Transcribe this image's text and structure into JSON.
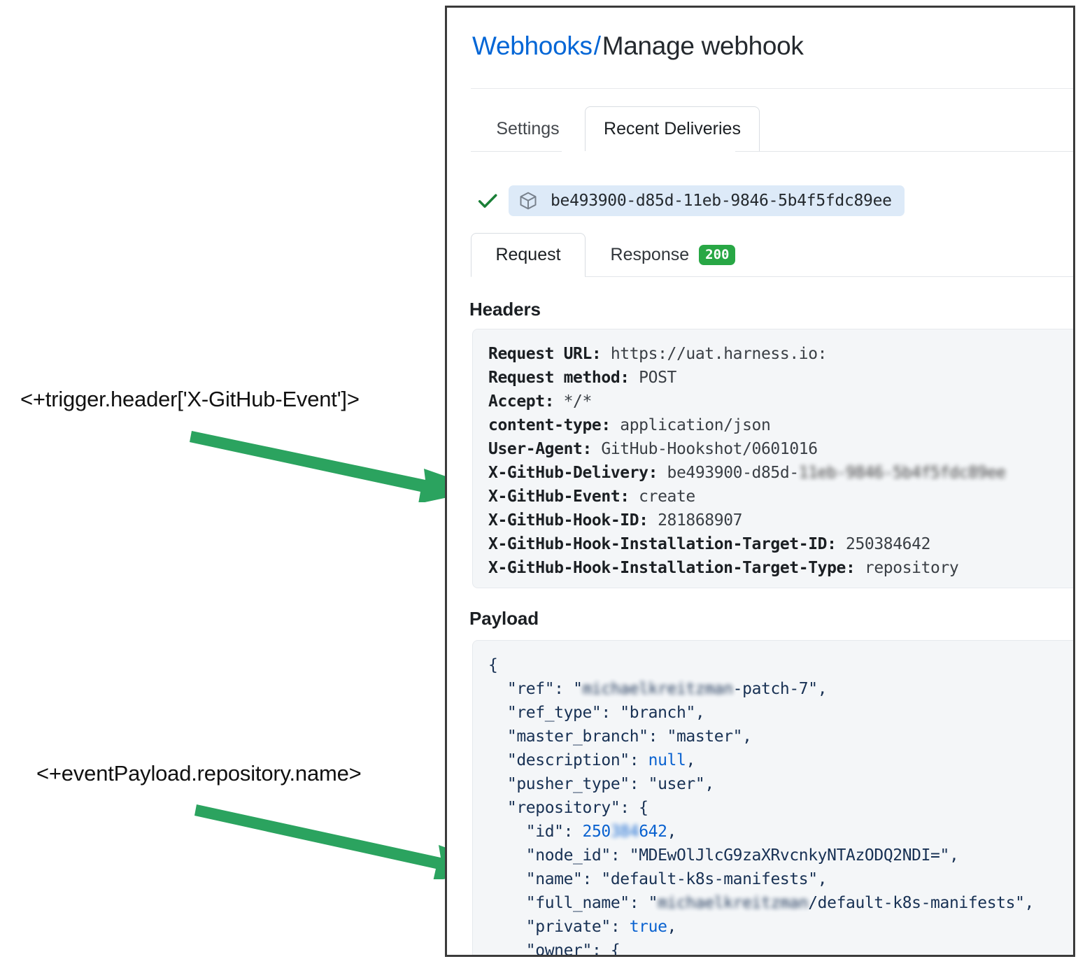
{
  "panel": {
    "breadcrumb": {
      "link": "Webhooks",
      "separator": "/",
      "current": "Manage webhook"
    },
    "tabs": [
      {
        "label": "Settings",
        "active": false
      },
      {
        "label": "Recent Deliveries",
        "active": true
      }
    ],
    "delivery": {
      "status_icon": "check-icon",
      "package_icon": "package-icon",
      "guid": "be493900-d85d-11eb-9846-5b4f5fdc89ee"
    },
    "detail_tabs": [
      {
        "label": "Request",
        "active": true
      },
      {
        "label": "Response",
        "active": false,
        "badge": "200",
        "badge_color": "#28a745"
      }
    ],
    "headers_section": {
      "title": "Headers",
      "rows": [
        {
          "name": "Request URL:",
          "value": "https://uat.harness.io:"
        },
        {
          "name": "Request method:",
          "value": "POST"
        },
        {
          "name": "Accept:",
          "value": "*/*"
        },
        {
          "name": "content-type:",
          "value": "application/json"
        },
        {
          "name": "User-Agent:",
          "value": "GitHub-Hookshot/0601016"
        },
        {
          "name": "X-GitHub-Delivery:",
          "value": "be493900-d85d-",
          "redacted_value": "11eb-9846-5b4f5fdc89ee"
        },
        {
          "name": "X-GitHub-Event:",
          "value": "create"
        },
        {
          "name": "X-GitHub-Hook-ID:",
          "value": "281868907"
        },
        {
          "name": "X-GitHub-Hook-Installation-Target-ID:",
          "value": "250384642"
        },
        {
          "name": "X-GitHub-Hook-Installation-Target-Type:",
          "value": "repository"
        }
      ]
    },
    "payload_section": {
      "title": "Payload",
      "lines": [
        "{",
        "  \"ref\": \"[redacted]-patch-7\",",
        "  \"ref_type\": \"branch\",",
        "  \"master_branch\": \"master\",",
        "  \"description\": null,",
        "  \"pusher_type\": \"user\",",
        "  \"repository\": {",
        "    \"id\": 250[redacted]642,",
        "    \"node_id\": \"MDEwOlJlcG9zaXRvcnkyNTAzODQ2NDI=\",",
        "    \"name\": \"default-k8s-manifests\",",
        "    \"full_name\": \"[redacted]/default-k8s-manifests\",",
        "    \"private\": true,",
        "    \"owner\": {"
      ],
      "values": {
        "ref_suffix": "-patch-7",
        "ref_type": "branch",
        "master_branch": "master",
        "description": "null",
        "pusher_type": "user",
        "repo_id_prefix": "250",
        "repo_id_suffix": "642",
        "node_id": "MDEwOlJlcG9zaXRvcnkyNTAzODQ2NDI=",
        "name": "default-k8s-manifests",
        "full_name_suffix": "/default-k8s-manifests",
        "private": "true",
        "redacted_user": "michaelkreitzman"
      }
    }
  },
  "annotations": [
    {
      "id": 1,
      "text": "<+trigger.header['X-GitHub-Event']>",
      "color": "#2ba35f"
    },
    {
      "id": 2,
      "text": "<+eventPayload.repository.name>",
      "color": "#2ba35f"
    }
  ],
  "colors": {
    "arrow_green": "#2ba35f",
    "link_blue": "#0366d6",
    "badge_green": "#28a745",
    "pill_blue": "#ddeaf8",
    "code_bg": "#f4f6f8"
  }
}
